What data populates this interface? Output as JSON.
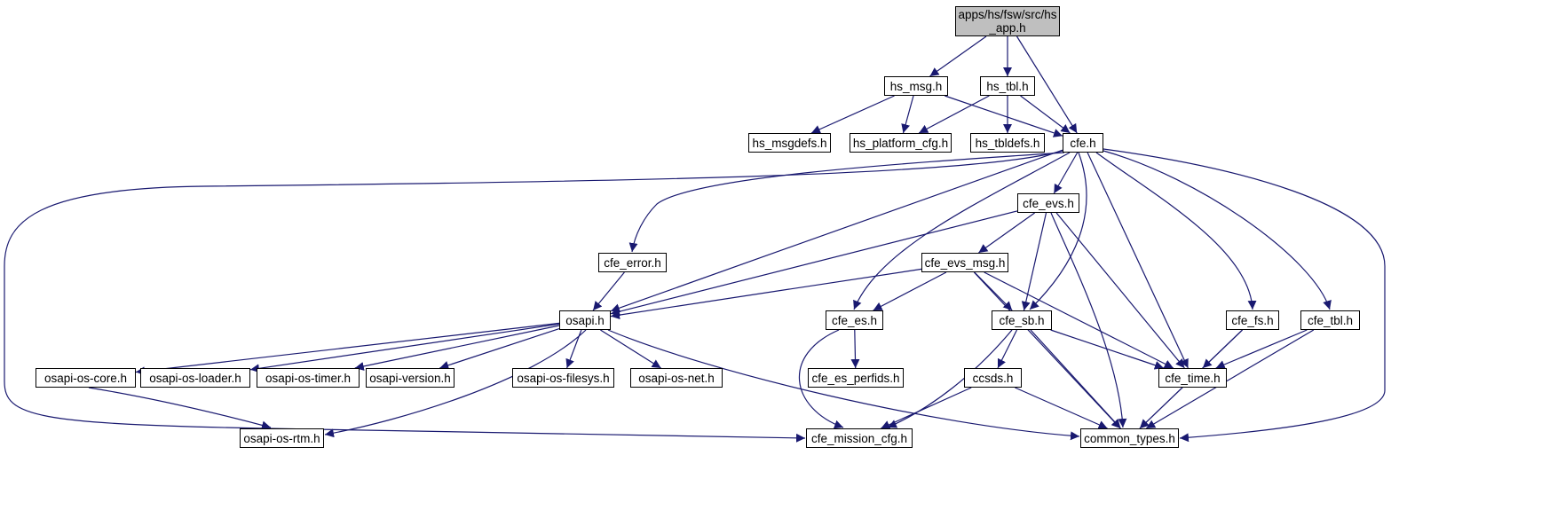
{
  "diagram": {
    "edge_color": "#191970",
    "nodes": [
      {
        "id": "root",
        "label": "apps/hs/fsw/src/hs\n_app.h",
        "root": true
      },
      {
        "id": "hs_msg",
        "label": "hs_msg.h"
      },
      {
        "id": "hs_tbl",
        "label": "hs_tbl.h"
      },
      {
        "id": "hs_msgdefs",
        "label": "hs_msgdefs.h"
      },
      {
        "id": "hs_platform_cfg",
        "label": "hs_platform_cfg.h"
      },
      {
        "id": "hs_tbldefs",
        "label": "hs_tbldefs.h"
      },
      {
        "id": "cfe",
        "label": "cfe.h"
      },
      {
        "id": "cfe_evs",
        "label": "cfe_evs.h"
      },
      {
        "id": "cfe_error",
        "label": "cfe_error.h"
      },
      {
        "id": "cfe_evs_msg",
        "label": "cfe_evs_msg.h"
      },
      {
        "id": "osapi",
        "label": "osapi.h"
      },
      {
        "id": "cfe_es",
        "label": "cfe_es.h"
      },
      {
        "id": "cfe_sb",
        "label": "cfe_sb.h"
      },
      {
        "id": "cfe_fs",
        "label": "cfe_fs.h"
      },
      {
        "id": "cfe_tbl",
        "label": "cfe_tbl.h"
      },
      {
        "id": "osapi_os_core",
        "label": "osapi-os-core.h"
      },
      {
        "id": "osapi_os_loader",
        "label": "osapi-os-loader.h"
      },
      {
        "id": "osapi_os_timer",
        "label": "osapi-os-timer.h"
      },
      {
        "id": "osapi_version",
        "label": "osapi-version.h"
      },
      {
        "id": "osapi_os_filesys",
        "label": "osapi-os-filesys.h"
      },
      {
        "id": "osapi_os_net",
        "label": "osapi-os-net.h"
      },
      {
        "id": "cfe_es_perfids",
        "label": "cfe_es_perfids.h"
      },
      {
        "id": "ccsds",
        "label": "ccsds.h"
      },
      {
        "id": "cfe_time",
        "label": "cfe_time.h"
      },
      {
        "id": "osapi_os_rtm",
        "label": "osapi-os-rtm.h"
      },
      {
        "id": "cfe_mission_cfg",
        "label": "cfe_mission_cfg.h"
      },
      {
        "id": "common_types",
        "label": "common_types.h"
      }
    ],
    "edges": [
      [
        "root",
        "hs_msg"
      ],
      [
        "root",
        "hs_tbl"
      ],
      [
        "root",
        "cfe"
      ],
      [
        "hs_msg",
        "hs_msgdefs"
      ],
      [
        "hs_msg",
        "hs_platform_cfg"
      ],
      [
        "hs_msg",
        "cfe"
      ],
      [
        "hs_tbl",
        "hs_platform_cfg"
      ],
      [
        "hs_tbl",
        "hs_tbldefs"
      ],
      [
        "hs_tbl",
        "cfe"
      ],
      [
        "cfe",
        "cfe_evs"
      ],
      [
        "cfe",
        "cfe_error"
      ],
      [
        "cfe",
        "osapi"
      ],
      [
        "cfe",
        "cfe_es"
      ],
      [
        "cfe",
        "cfe_sb"
      ],
      [
        "cfe",
        "cfe_time"
      ],
      [
        "cfe",
        "cfe_fs"
      ],
      [
        "cfe",
        "cfe_tbl"
      ],
      [
        "cfe",
        "common_types"
      ],
      [
        "cfe",
        "cfe_mission_cfg"
      ],
      [
        "cfe_evs",
        "cfe_evs_msg"
      ],
      [
        "cfe_evs",
        "osapi"
      ],
      [
        "cfe_evs",
        "cfe_sb"
      ],
      [
        "cfe_evs",
        "cfe_time"
      ],
      [
        "cfe_evs",
        "common_types"
      ],
      [
        "cfe_error",
        "osapi"
      ],
      [
        "cfe_evs_msg",
        "osapi"
      ],
      [
        "cfe_evs_msg",
        "cfe_es"
      ],
      [
        "cfe_evs_msg",
        "cfe_sb"
      ],
      [
        "cfe_evs_msg",
        "cfe_time"
      ],
      [
        "cfe_evs_msg",
        "common_types"
      ],
      [
        "osapi",
        "osapi_os_core"
      ],
      [
        "osapi",
        "osapi_os_loader"
      ],
      [
        "osapi",
        "osapi_os_timer"
      ],
      [
        "osapi",
        "osapi_version"
      ],
      [
        "osapi",
        "osapi_os_filesys"
      ],
      [
        "osapi",
        "osapi_os_net"
      ],
      [
        "osapi",
        "osapi_os_rtm"
      ],
      [
        "osapi",
        "common_types"
      ],
      [
        "cfe_es",
        "cfe_es_perfids"
      ],
      [
        "cfe_es",
        "cfe_mission_cfg"
      ],
      [
        "cfe_sb",
        "ccsds"
      ],
      [
        "cfe_sb",
        "cfe_time"
      ],
      [
        "cfe_sb",
        "cfe_mission_cfg"
      ],
      [
        "cfe_sb",
        "common_types"
      ],
      [
        "cfe_fs",
        "cfe_time"
      ],
      [
        "cfe_fs",
        "common_types"
      ],
      [
        "cfe_tbl",
        "cfe_time"
      ],
      [
        "cfe_tbl",
        "common_types"
      ],
      [
        "osapi_os_core",
        "osapi_os_rtm"
      ],
      [
        "ccsds",
        "cfe_mission_cfg"
      ],
      [
        "ccsds",
        "common_types"
      ],
      [
        "cfe_time",
        "common_types"
      ]
    ]
  }
}
